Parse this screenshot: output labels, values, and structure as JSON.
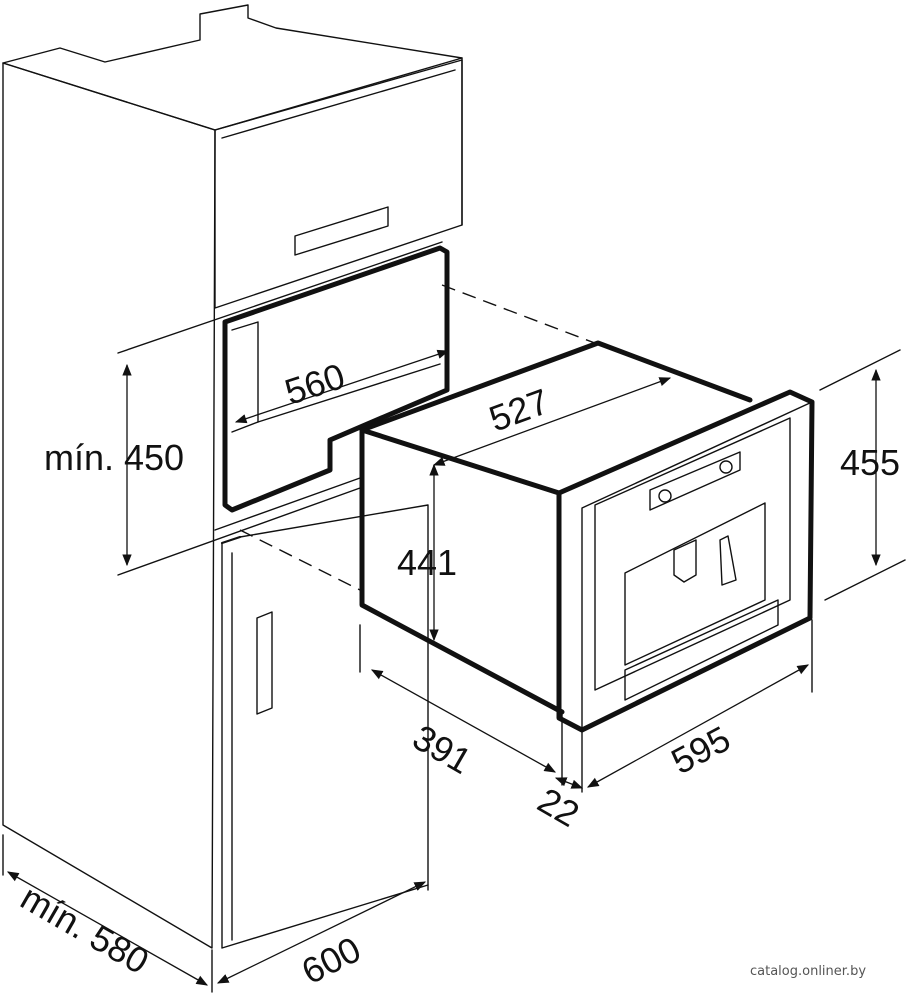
{
  "dimensions": {
    "niche_height_min": "mín. 450",
    "niche_depth": "560",
    "appliance_depth": "527",
    "appliance_body_height": "441",
    "front_height": "455",
    "body_depth": "391",
    "front_thickness": "22",
    "front_width": "595",
    "cabinet_depth_min": "mín. 580",
    "cabinet_width": "600"
  },
  "watermark": "catalog.onliner.by"
}
